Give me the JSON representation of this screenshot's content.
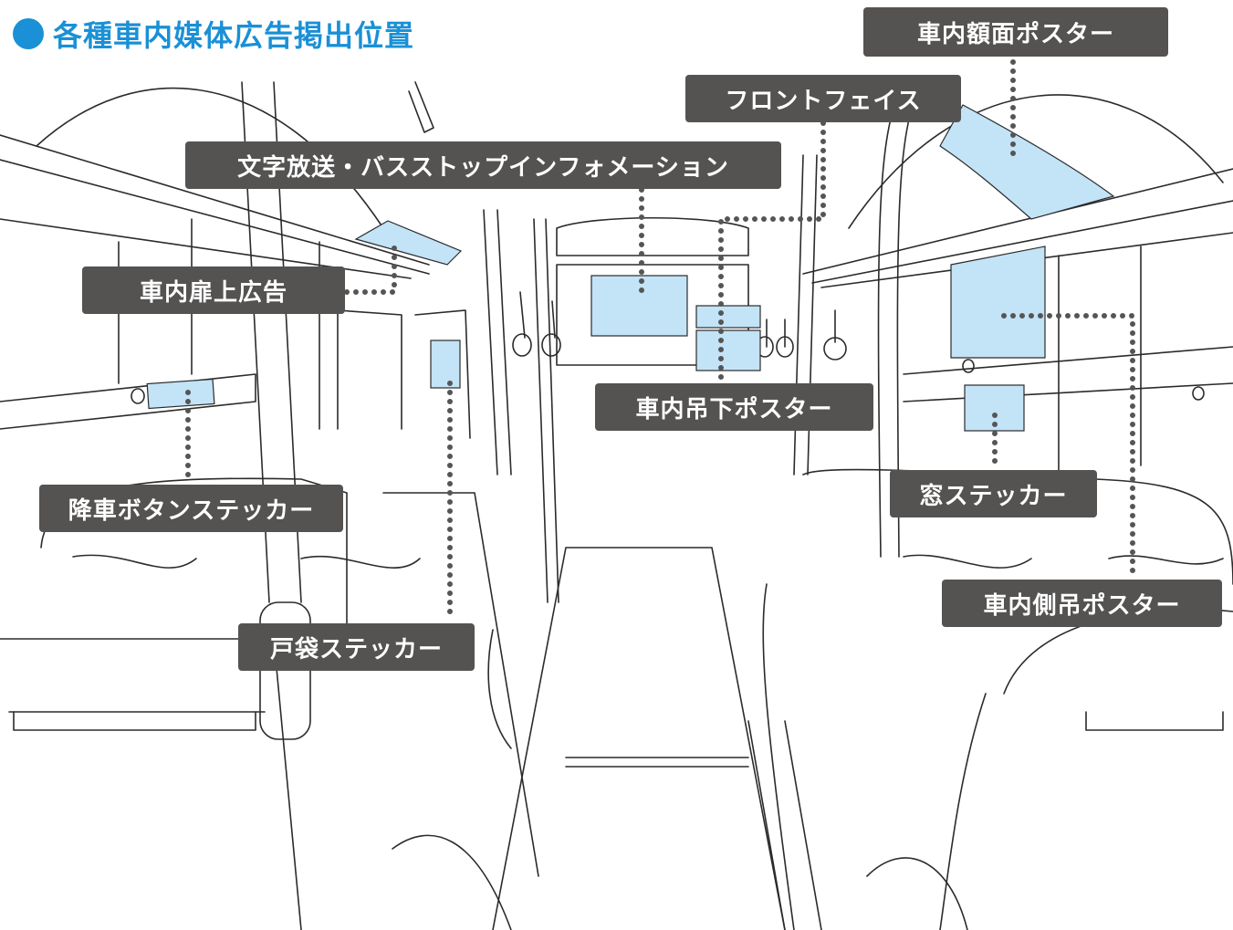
{
  "title": "各種車内媒体広告掲出位置",
  "colors": {
    "accent": "#1a90d6",
    "label_bg": "#545352",
    "label_text": "#ffffff",
    "ad_area": "#c3e3f7",
    "line": "#2b2b2b",
    "leader": "#555555"
  },
  "labels": {
    "ceiling_frame_poster": "車内額面ポスター",
    "front_face": "フロントフェイス",
    "text_broadcast": "文字放送・バスストップインフォメーション",
    "above_door_ad": "車内扉上広告",
    "hanging_poster": "車内吊下ポスター",
    "getoff_button_sticker": "降車ボタンステッカー",
    "window_sticker": "窓ステッカー",
    "side_hanging_poster": "車内側吊ポスター",
    "door_pocket_sticker": "戸袋ステッカー"
  }
}
